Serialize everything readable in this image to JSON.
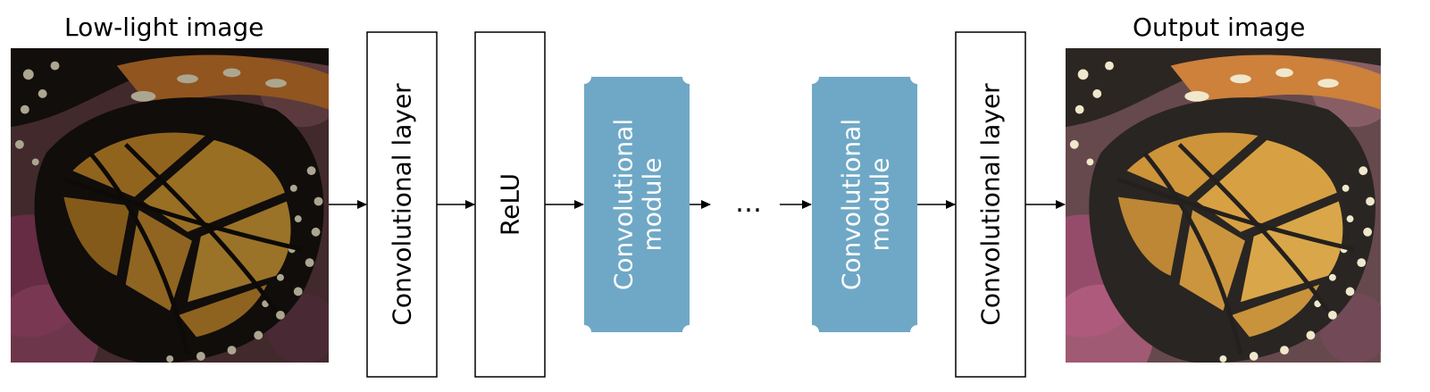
{
  "figure": {
    "input_caption": "Low-light image",
    "output_caption": "Output image",
    "stages": [
      {
        "label": "Convolutional layer",
        "kind": "layer"
      },
      {
        "label": "ReLU",
        "kind": "layer"
      },
      {
        "label": "Convolutional module",
        "kind": "module"
      },
      {
        "label": "…",
        "kind": "ellipsis"
      },
      {
        "label": "Convolutional module",
        "kind": "module"
      },
      {
        "label": "Convolutional layer",
        "kind": "layer"
      }
    ],
    "colors": {
      "module_fill": "#6FA8C6",
      "module_text": "#ffffff",
      "layer_border": "#000000",
      "arrow": "#000000"
    }
  }
}
